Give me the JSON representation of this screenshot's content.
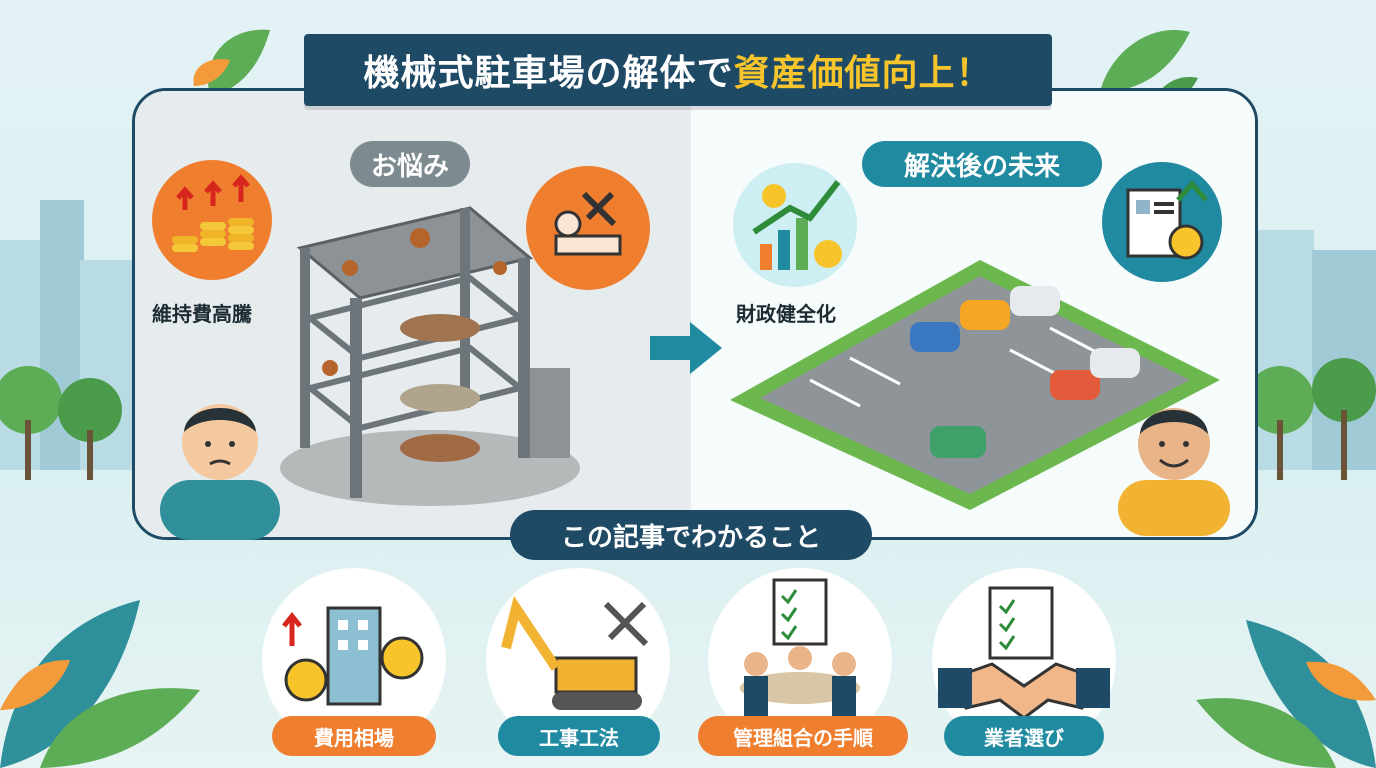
{
  "header": {
    "title_main": "機械式駐車場の解体で",
    "title_highlight": "資産価値向上！"
  },
  "before": {
    "heading": "お悩み",
    "issue_label": "維持費高騰"
  },
  "after": {
    "heading": "解決後の未来",
    "benefit_label": "財政健全化"
  },
  "section": {
    "heading": "この記事でわかること"
  },
  "topics": [
    {
      "label": "費用相場",
      "color": "#ef7e2f"
    },
    {
      "label": "工事工法",
      "color": "#1f8aa0"
    },
    {
      "label": "管理組合の手順",
      "color": "#ef7e2f"
    },
    {
      "label": "業者選び",
      "color": "#1f8aa0"
    }
  ],
  "colors": {
    "navy": "#1f4a66",
    "teal": "#1f8aa0",
    "orange": "#ef7e2f",
    "gold": "#f7c52b"
  }
}
